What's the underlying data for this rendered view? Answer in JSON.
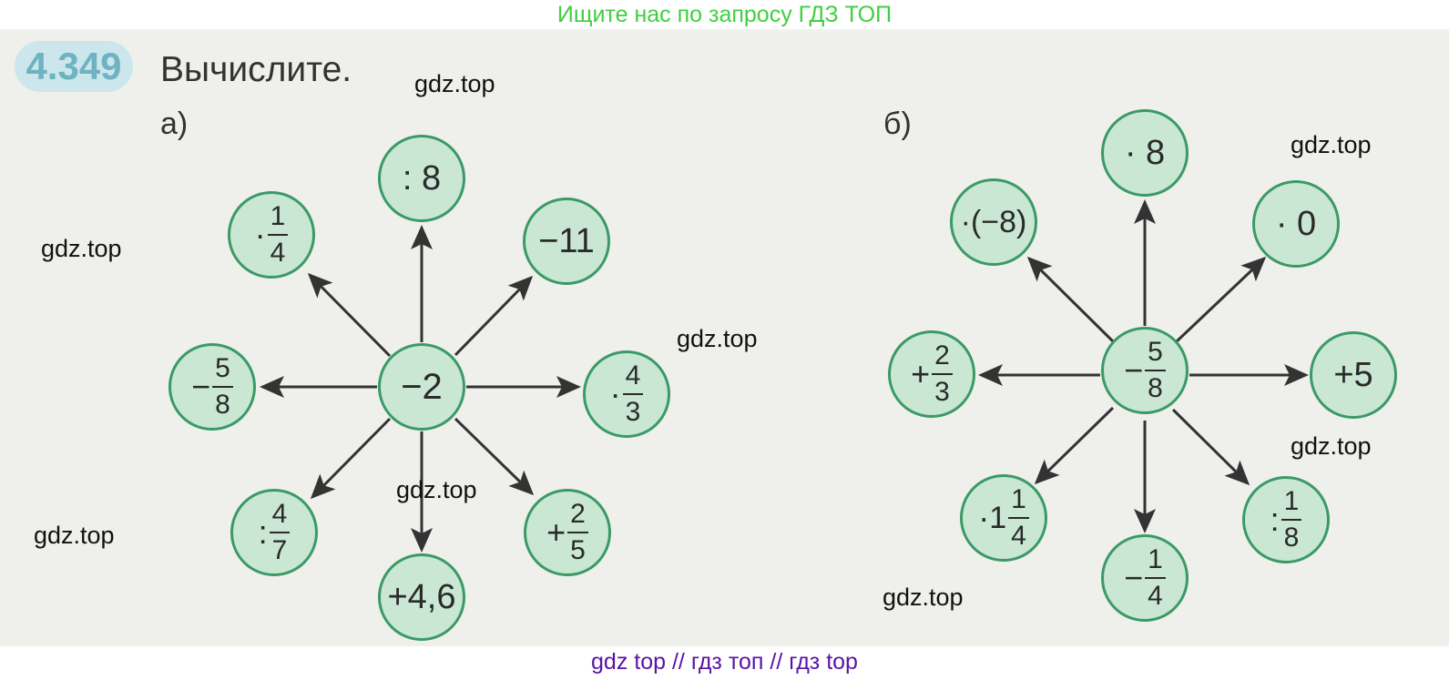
{
  "banner_top": "Ищите нас по запросу ГДЗ ТОП",
  "banner_bottom": "gdz top  //  гдз топ  //  гдз top",
  "exercise_number": "4.349",
  "instruction": "Вычислите.",
  "part_a": {
    "label": "а)",
    "center": "−2",
    "ops": {
      "top": ": 8",
      "top_right": "−11",
      "left_top": {
        "sign": "·",
        "num": "1",
        "den": "4"
      },
      "left": {
        "sign": "−",
        "num": "5",
        "den": "8"
      },
      "right": {
        "sign": "·",
        "num": "4",
        "den": "3"
      },
      "bottom_left": {
        "sign": ":",
        "num": "4",
        "den": "7"
      },
      "bottom": "+4,6",
      "bottom_right": {
        "sign": "+",
        "num": "2",
        "den": "5"
      }
    }
  },
  "part_b": {
    "label": "б)",
    "center": {
      "sign": "−",
      "num": "5",
      "den": "8"
    },
    "ops": {
      "top": "· 8",
      "top_left": "·(−8)",
      "top_right": "· 0",
      "left": {
        "sign": "+",
        "num": "2",
        "den": "3"
      },
      "right": "+5",
      "bottom_left": {
        "sign": "·",
        "int": "1",
        "num": "1",
        "den": "4"
      },
      "bottom": {
        "sign": "−",
        "num": "1",
        "den": "4"
      },
      "bottom_right": {
        "sign": ":",
        "num": "1",
        "den": "8"
      }
    }
  },
  "watermarks": [
    "gdz.top",
    "gdz.top",
    "gdz.top",
    "gdz.top",
    "gdz.top",
    "gdz.top",
    "gdz.top",
    "gdz.top"
  ],
  "colors": {
    "node_fill": "#c9e7d3",
    "node_border": "#3a9a66",
    "banner_top": "#3fcf3f",
    "banner_bottom": "#5a13a8",
    "badge": "#cbe7ec"
  }
}
